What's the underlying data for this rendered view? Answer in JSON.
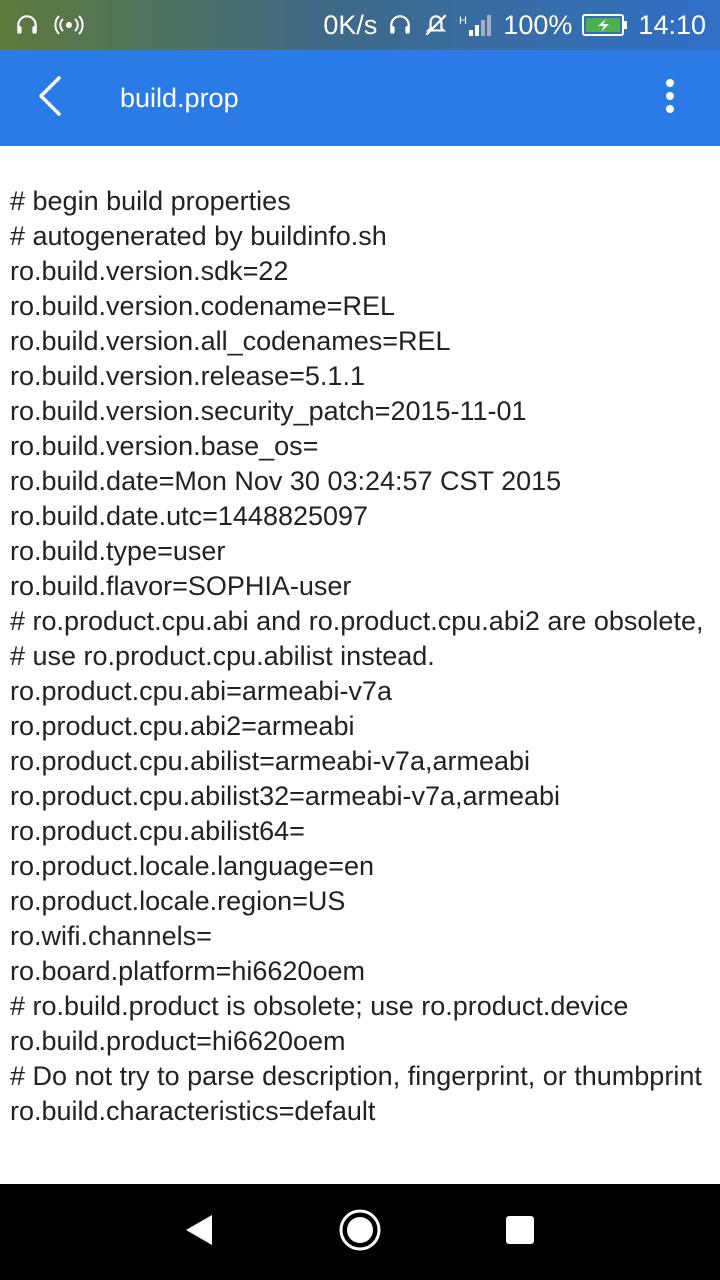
{
  "status_bar": {
    "net_speed": "0K/s",
    "battery_percent": "100%",
    "time": "14:10",
    "icons": [
      "headset-icon",
      "hotspot-icon",
      "headset-icon",
      "mute-icon",
      "signal-icon",
      "battery-charging-icon"
    ]
  },
  "app_bar": {
    "title": "build.prop",
    "back_icon": "chevron-left-icon",
    "menu_icon": "more-vert-icon"
  },
  "file_lines": [
    "# begin build properties",
    "# autogenerated by buildinfo.sh",
    "ro.build.version.sdk=22",
    "ro.build.version.codename=REL",
    "ro.build.version.all_codenames=REL",
    "ro.build.version.release=5.1.1",
    "ro.build.version.security_patch=2015-11-01",
    "ro.build.version.base_os=",
    "ro.build.date=Mon Nov 30 03:24:57 CST 2015",
    "ro.build.date.utc=1448825097",
    "ro.build.type=user",
    "ro.build.flavor=SOPHIA-user",
    "# ro.product.cpu.abi and ro.product.cpu.abi2 are obsolete,",
    "# use ro.product.cpu.abilist instead.",
    "ro.product.cpu.abi=armeabi-v7a",
    "ro.product.cpu.abi2=armeabi",
    "ro.product.cpu.abilist=armeabi-v7a,armeabi",
    "ro.product.cpu.abilist32=armeabi-v7a,armeabi",
    "ro.product.cpu.abilist64=",
    "ro.product.locale.language=en",
    "ro.product.locale.region=US",
    "ro.wifi.channels=",
    "ro.board.platform=hi6620oem",
    "# ro.build.product is obsolete; use ro.product.device",
    "ro.build.product=hi6620oem",
    "# Do not try to parse description, fingerprint, or thumbprint",
    "ro.build.characteristics=default"
  ],
  "nav_bar": {
    "back_icon": "nav-back-icon",
    "home_icon": "nav-home-icon",
    "recents_icon": "nav-recents-icon"
  }
}
